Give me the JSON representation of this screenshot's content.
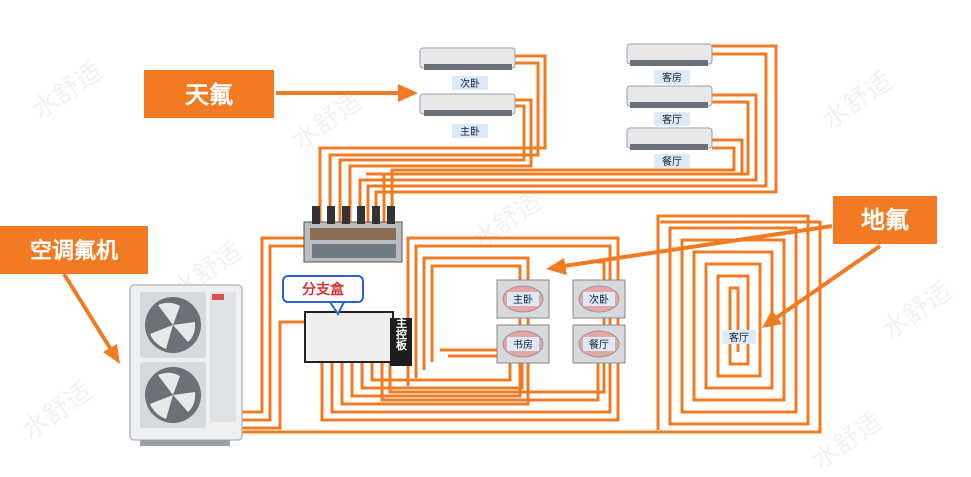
{
  "labels": {
    "ceiling": "天氟",
    "floor": "地氟",
    "ac_unit": "空调氟机",
    "branch_box": "分支盒",
    "main_board": "主控板"
  },
  "ceiling_units": [
    "次卧",
    "主卧",
    "客房",
    "客厅",
    "餐厅"
  ],
  "floor_panels": [
    "主卧",
    "次卧",
    "书房",
    "餐厅"
  ],
  "floor_coil_room": "客厅",
  "watermark": "水舒适",
  "colors": {
    "pipe": "#f07b22",
    "callout": "#f27a22",
    "unit_body": "#e9ecef",
    "room_tag": "#dde9f7",
    "branch_box_border": "#d33333"
  }
}
